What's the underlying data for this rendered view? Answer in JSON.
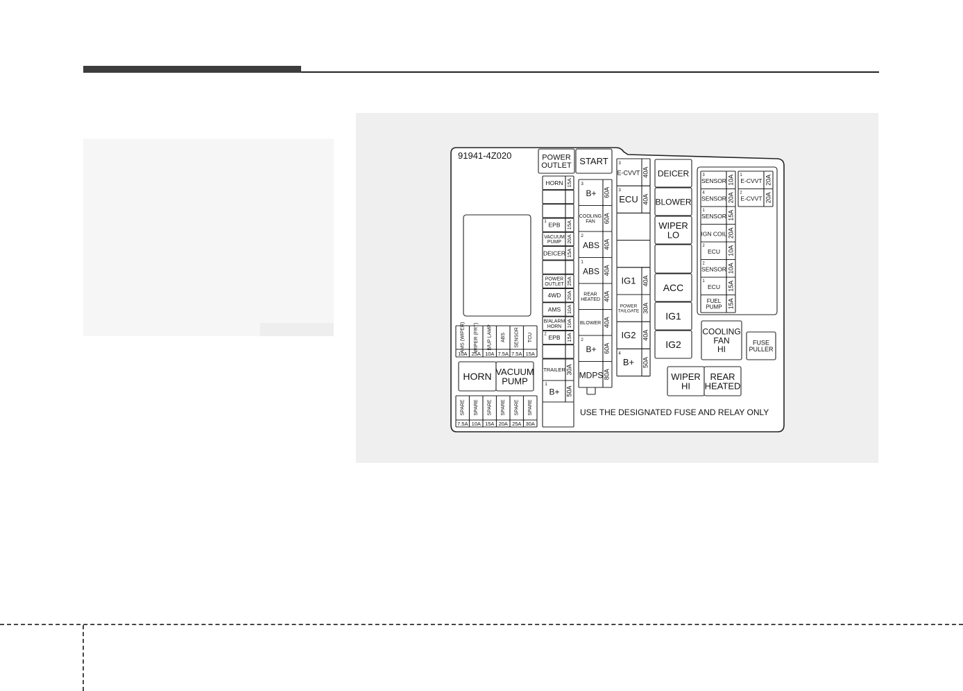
{
  "fuse_box": {
    "part_number": "91941-4Z020",
    "notice": "USE THE DESIGNATED FUSE AND RELAY ONLY",
    "large_relays": [
      {
        "id": "r-power-outlet",
        "lines": [
          "POWER",
          "OUTLET"
        ]
      },
      {
        "id": "r-start",
        "lines": [
          "START"
        ]
      },
      {
        "id": "r-deicer",
        "lines": [
          "DEICER"
        ]
      },
      {
        "id": "r-blower",
        "lines": [
          "BLOWER"
        ]
      },
      {
        "id": "r-wiper-lo",
        "lines": [
          "WIPER",
          "LO"
        ]
      },
      {
        "id": "r-acc",
        "lines": [
          "ACC"
        ]
      },
      {
        "id": "r-ig1",
        "lines": [
          "IG1"
        ]
      },
      {
        "id": "r-ig2",
        "lines": [
          "IG2"
        ]
      },
      {
        "id": "r-cooling-fan-hi",
        "lines": [
          "COOLING",
          "FAN",
          "HI"
        ]
      },
      {
        "id": "r-fuse-puller",
        "lines": [
          "FUSE",
          "PULLER"
        ]
      },
      {
        "id": "r-wiper-hi",
        "lines": [
          "WIPER",
          "HI"
        ]
      },
      {
        "id": "r-rear-heated",
        "lines": [
          "REAR",
          "HEATED"
        ]
      },
      {
        "id": "r-horn",
        "lines": [
          "HORN"
        ]
      },
      {
        "id": "r-vacuum-pump",
        "lines": [
          "VACUUM",
          "PUMP"
        ]
      }
    ],
    "mini_fuses": [
      {
        "id": "m-horn",
        "lines": [
          "HORN"
        ],
        "rating": "15A",
        "num": ""
      },
      {
        "id": "m-blank1",
        "lines": [],
        "rating": "",
        "num": ""
      },
      {
        "id": "m-blank2",
        "lines": [],
        "rating": "",
        "num": ""
      },
      {
        "id": "m-epb",
        "lines": [
          "EPB"
        ],
        "rating": "15A",
        "num": "1"
      },
      {
        "id": "m-vacuum",
        "lines": [
          "VACUUM",
          "PUMP"
        ],
        "rating": "20A",
        "num": ""
      },
      {
        "id": "m-deicer",
        "lines": [
          "DEICER"
        ],
        "rating": "15A",
        "num": ""
      },
      {
        "id": "m-blank3",
        "lines": [],
        "rating": "",
        "num": ""
      },
      {
        "id": "m-power-outlet",
        "lines": [
          "POWER",
          "OUTLET"
        ],
        "rating": "25A",
        "num": ""
      },
      {
        "id": "m-4wd",
        "lines": [
          "4WD"
        ],
        "rating": "20A",
        "num": ""
      },
      {
        "id": "m-ams",
        "lines": [
          "AMS"
        ],
        "rating": "10A",
        "num": ""
      },
      {
        "id": "m-b-alarm",
        "lines": [
          "B/ALARM",
          "HORN"
        ],
        "rating": "10A",
        "num": ""
      },
      {
        "id": "m-epb2",
        "lines": [
          "EPB"
        ],
        "rating": "15A",
        "num": "2"
      },
      {
        "id": "m-blank4",
        "lines": [],
        "rating": "",
        "num": ""
      }
    ],
    "vertical_fuses": [
      {
        "id": "v-ams-wiper",
        "label": "AMS (WIPER)",
        "rating": "10A"
      },
      {
        "id": "v-wiper-frt",
        "label": "WIPER (FRT)",
        "rating": "25A"
      },
      {
        "id": "v-b-up-lamp",
        "label": "B/UP LAMP",
        "rating": "10A"
      },
      {
        "id": "v-abs",
        "label": "ABS",
        "rating": "7.5A"
      },
      {
        "id": "v-sensor",
        "label": "SENSOR",
        "rating": "7.5A"
      },
      {
        "id": "v-tcu",
        "label": "TCU",
        "rating": "15A"
      }
    ],
    "spare_fuses": [
      {
        "id": "s1",
        "label": "SPARE",
        "rating": "7.5A"
      },
      {
        "id": "s2",
        "label": "SPARE",
        "rating": "10A"
      },
      {
        "id": "s3",
        "label": "SPARE",
        "rating": "15A"
      },
      {
        "id": "s4",
        "label": "SPARE",
        "rating": "20A"
      },
      {
        "id": "s5",
        "label": "SPARE",
        "rating": "25A"
      },
      {
        "id": "s6",
        "label": "SPARE",
        "rating": "30A"
      }
    ],
    "multi_fuses_col1": [
      {
        "id": "mf-b-plus-3",
        "label": "B+",
        "num": "3",
        "rating": "60A"
      },
      {
        "id": "mf-cooling-fan",
        "lines": [
          "COOLING",
          "FAN"
        ],
        "rating": "60A"
      },
      {
        "id": "mf-abs-2",
        "label": "ABS",
        "num": "2",
        "rating": "40A"
      },
      {
        "id": "mf-abs-1",
        "label": "ABS",
        "num": "1",
        "rating": "40A"
      },
      {
        "id": "mf-rear-heated",
        "lines": [
          "REAR",
          "HEATED"
        ],
        "rating": "40A"
      },
      {
        "id": "mf-blower",
        "lines": [
          "BLOWER"
        ],
        "rating": "40A"
      },
      {
        "id": "mf-b-plus-2",
        "label": "B+",
        "num": "2",
        "rating": "60A"
      },
      {
        "id": "mf-mdps",
        "label": "MDPS",
        "rating": "80A"
      }
    ],
    "trailer_fuses": [
      {
        "id": "tf-trailer",
        "lines": [
          "TRAILER"
        ],
        "rating": "30A"
      },
      {
        "id": "tf-b-plus-1",
        "label": "B+",
        "num": "1",
        "rating": "50A"
      }
    ],
    "multi_fuses_col2": [
      {
        "id": "mf-e-cvvt-3",
        "label": "E-CVVT",
        "num": "3",
        "rating": "40A"
      },
      {
        "id": "mf-ecu-3",
        "label": "ECU",
        "num": "3",
        "rating": "40A"
      },
      {
        "id": "mf-blank-a",
        "label": "",
        "rating": ""
      },
      {
        "id": "mf-blank-b",
        "label": "",
        "rating": ""
      },
      {
        "id": "mf-ig1",
        "label": "IG1",
        "rating": "40A"
      },
      {
        "id": "mf-power-tailgate",
        "lines": [
          "POWER",
          "TAILGATE"
        ],
        "rating": "30A"
      },
      {
        "id": "mf-ig2",
        "label": "IG2",
        "rating": "40A"
      },
      {
        "id": "mf-b-plus-4",
        "label": "B+",
        "num": "4",
        "rating": "50A"
      }
    ],
    "right_fuses": [
      {
        "id": "rf-sensor-3",
        "label": "SENSOR",
        "num": "3",
        "rating": "10A"
      },
      {
        "id": "rf-sensor-4",
        "label": "SENSOR",
        "num": "4",
        "rating": "20A"
      },
      {
        "id": "rf-sensor-1",
        "label": "SENSOR",
        "num": "1",
        "rating": "15A"
      },
      {
        "id": "rf-ign-coil",
        "label": "IGN COIL",
        "rating": "20A"
      },
      {
        "id": "rf-ecu-2",
        "label": "ECU",
        "num": "2",
        "rating": "10A"
      },
      {
        "id": "rf-sensor-2",
        "label": "SENSOR",
        "num": "2",
        "rating": "10A"
      },
      {
        "id": "rf-ecu-1",
        "label": "ECU",
        "num": "1",
        "rating": "15A"
      },
      {
        "id": "rf-fuel-pump",
        "lines": [
          "FUEL",
          "PUMP"
        ],
        "rating": "15A"
      }
    ],
    "right_fuses_b": [
      {
        "id": "rf-e-cvvt-1",
        "label": "E-CVVT",
        "num": "1",
        "rating": "20A"
      },
      {
        "id": "rf-e-cvvt-2",
        "label": "E-CVVT",
        "num": "2",
        "rating": "20A"
      }
    ]
  }
}
